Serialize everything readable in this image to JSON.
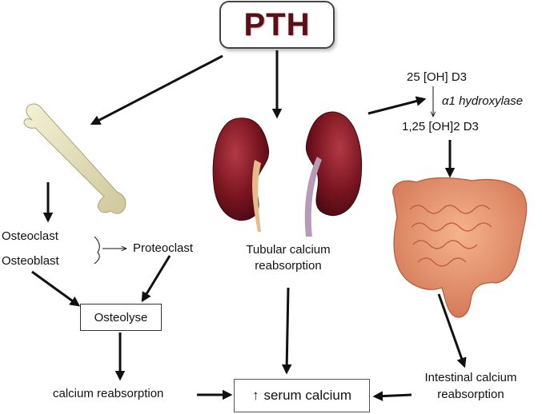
{
  "pth": "PTH",
  "bone_side": {
    "osteoclast": "Osteoclast",
    "osteoblast": "Osteoblast",
    "proteoclast": "Proteoclast",
    "osteolyse": "Osteolyse",
    "calcium_reabsorption": "calcium reabsorption"
  },
  "kidney_side": {
    "tubular_line1": "Tubular calcium",
    "tubular_line2": "reabsorption"
  },
  "vitamin_d_side": {
    "precursor": "25 [OH] D3",
    "enzyme": "α1 hydroxylase",
    "active": "1,25 [OH]2 D3",
    "intestinal_line1": "Intestinal calcium",
    "intestinal_line2": "reabsorption"
  },
  "outcome": {
    "arrow": "↑",
    "label": "serum calcium"
  },
  "colors": {
    "kidney": "#7a1520",
    "ureter": "#e8b98a",
    "vessel": "#b79ab8",
    "bone": "#e7e2bd",
    "intestine": "#e59a6f",
    "pth_text": "#5a1018"
  }
}
